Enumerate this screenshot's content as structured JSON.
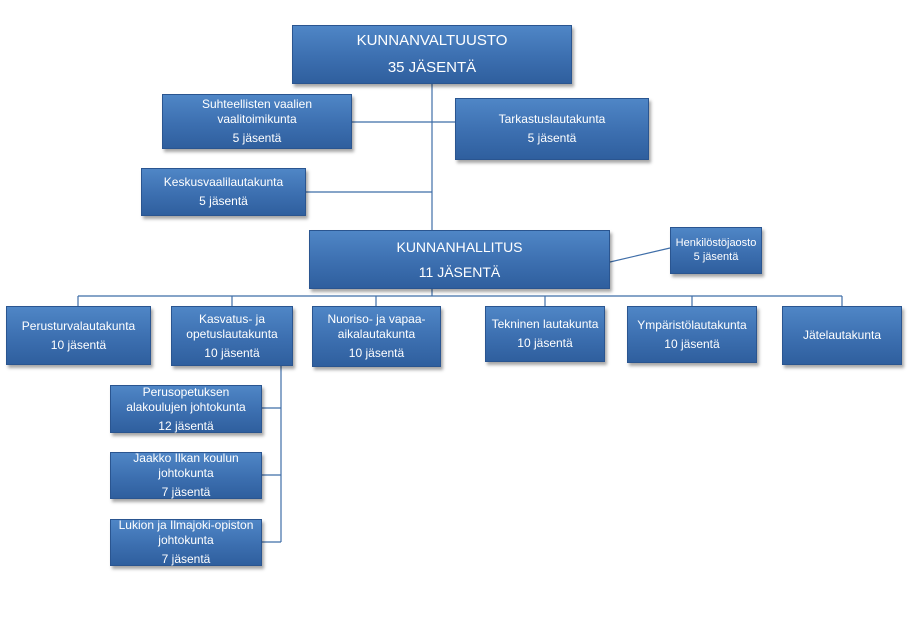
{
  "colors": {
    "box": "#3c6fb0",
    "line": "#3f6ea8"
  },
  "nodes": {
    "valtuusto": {
      "title": "KUNNANVALTUUSTO",
      "members": "35 JÄSENTÄ"
    },
    "vaalitoimikunta": {
      "title_1": "Suhteellisten vaalien",
      "title_2": "vaalitoimikunta",
      "members": "5 jäsentä"
    },
    "tarkastus": {
      "title": "Tarkastuslautakunta",
      "members": "5 jäsentä"
    },
    "keskusvaali": {
      "title": "Keskusvaalilautakunta",
      "members": "5 jäsentä"
    },
    "hallitus": {
      "title": "KUNNANHALLITUS",
      "members": "11 JÄSENTÄ"
    },
    "henkilosto": {
      "title": "Henkilöstöjaosto",
      "members": "5 jäsentä"
    },
    "perusturva": {
      "title": "Perusturvalautakunta",
      "members": "10 jäsentä"
    },
    "kasvatus": {
      "title_1": "Kasvatus- ja",
      "title_2": "opetuslautakunta",
      "members": "10 jäsentä"
    },
    "nuoriso": {
      "title_1": "Nuoriso- ja vapaa-",
      "title_2": "aikalautakunta",
      "members": "10 jäsentä"
    },
    "tekninen": {
      "title": "Tekninen lautakunta",
      "members": "10 jäsentä"
    },
    "ymparisto": {
      "title": "Ympäristölautakunta",
      "members": "10 jäsentä"
    },
    "jate": {
      "title": "Jätelautakunta"
    },
    "perusopetus": {
      "title_1": "Perusopetuksen",
      "title_2": "alakoulujen johtokunta",
      "members": "12 jäsentä"
    },
    "jaakko": {
      "title_1": "Jaakko Ilkan koulun",
      "title_2": "johtokunta",
      "members": "7 jäsentä"
    },
    "lukio": {
      "title_1": "Lukion ja Ilmajoki-opiston",
      "title_2": "johtokunta",
      "members": "7 jäsentä"
    }
  }
}
